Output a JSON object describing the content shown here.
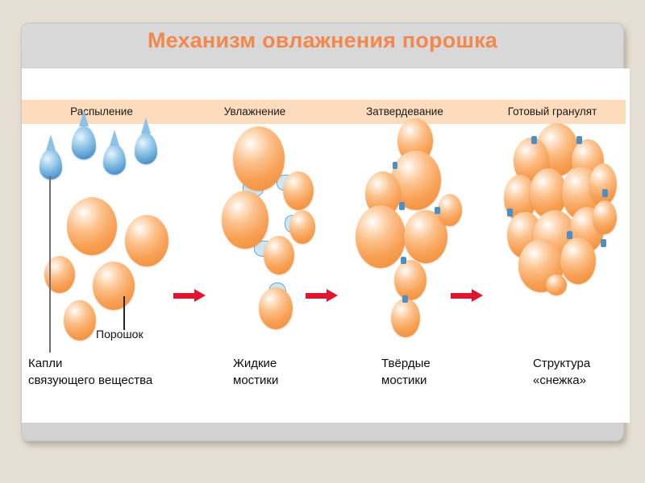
{
  "slide": {
    "title": "Механизм овлажнения порошка",
    "title_color": "#f4884c",
    "panel_color": "#d6d6d6",
    "page_background": "#e6dfd4"
  },
  "figure": {
    "band_color": "#fcdcbd",
    "particle_color": "#f8a055",
    "droplet_color": "#7cb9e0",
    "arrow_color": "#e3142d",
    "bridge_color": "#cfe6f6",
    "stage_headers": [
      "Распыление",
      "Увлажнение",
      "Затвердевание",
      "Готовый гранулят"
    ],
    "callouts": [
      "Порошок"
    ],
    "captions": [
      {
        "line1": "Капли",
        "line2": "связующего вещества"
      },
      {
        "line1": "Жидкие",
        "line2": "мостики"
      },
      {
        "line1": "Твёрдые",
        "line2": "мостики"
      },
      {
        "line1": "Структура",
        "line2": "«снежка»"
      }
    ],
    "arrows": [
      "arrow-1",
      "arrow-2",
      "arrow-3"
    ]
  }
}
